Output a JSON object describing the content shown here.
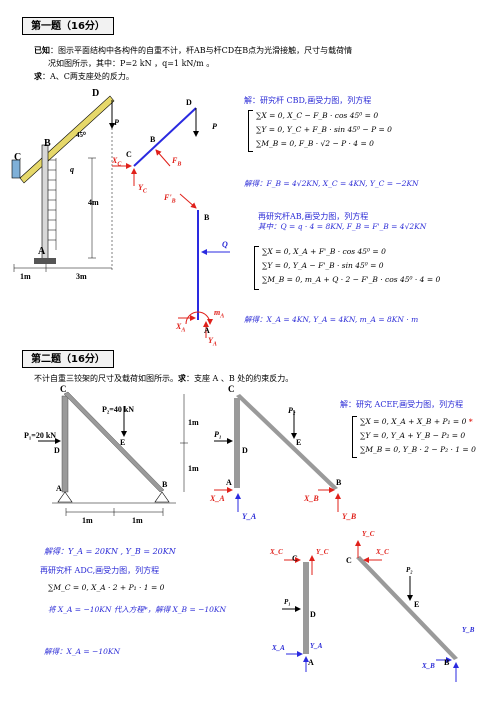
{
  "problem1": {
    "header": "第一题（16分）",
    "given_label": "已知",
    "given_text": "：图示平面结构中各构件的自重不计，杆AB与杆CD在B点为光滑接触，尺寸与载荷情",
    "given_text2": "况如图所示，其中：P=2 kN ，q=1 kN/m 。",
    "ask_label": "求",
    "ask_text": "：A、C两支座处的反力。",
    "fig_labels": {
      "D": "D",
      "B": "B",
      "C": "C",
      "A": "A",
      "P": "P",
      "q": "q",
      "angle": "45⁰",
      "len4": "4m",
      "len1": "1m",
      "len3": "3m"
    },
    "fbd1_labels": {
      "D": "D",
      "B": "B",
      "C": "C",
      "P": "P",
      "XC": "X",
      "YC": "Y",
      "FB": "F",
      "sub_C": "C",
      "sub_B": "B"
    },
    "fbd2_labels": {
      "FpB": "F'",
      "B": "B",
      "Q": "Q",
      "A": "A",
      "mA": "m",
      "XA": "X",
      "YA": "Y",
      "sub_A": "A",
      "sub_B": "B"
    },
    "solve1_title": "解：研究杆 CBD,画受力图，列方程",
    "solve1_eqs": [
      "∑X = 0, X_C − F_B · cos 45⁰ = 0",
      "∑Y = 0, Y_C + F_B · sin 45⁰ − P = 0",
      "∑M_B = 0, F_B · √2 − P · 4 = 0"
    ],
    "solve1_result": "解得：F_B = 4√2KN, X_C = 4KN, Y_C = −2KN",
    "solve2_title": "再研究杆AB,画受力图，列方程",
    "solve2_sub": "其中：Q = q · 4 = 8KN, F_B = F'_B = 4√2KN",
    "solve2_eqs": [
      "∑X = 0, X_A + F'_B · cos 45⁰ = 0",
      "∑Y = 0, Y_A − F'_B · sin 45⁰ = 0",
      "∑M_B = 0, m_A + Q · 2 − F'_B · cos 45⁰ · 4 = 0"
    ],
    "solve2_result": "解得：X_A = 4KN, Y_A = 4KN, m_A = 8KN · m"
  },
  "problem2": {
    "header": "第二题（16分）",
    "text_pre": "不计自重三铰架的尺寸及载荷如图所示。",
    "ask_label": "求",
    "text_post": "：支座 A 、B 处的约束反力。",
    "fig_labels": {
      "C": "C",
      "P2": "P₂=40 kN",
      "P1": "P₁=20 kN",
      "D": "D",
      "E": "E",
      "A": "A",
      "B": "B",
      "m1a": "1m",
      "m1b": "1m",
      "m1c": "1m",
      "m1d": "1m"
    },
    "fbd_labels": {
      "C": "C",
      "P2": "P₂",
      "P1": "P₁",
      "E": "E",
      "D": "D",
      "A": "A",
      "B": "B",
      "XA": "X_A",
      "YA": "Y_A",
      "XB": "X_B",
      "YB": "Y_B"
    },
    "solve_title": "解：研究 ACEF,画受力图，列方程",
    "solve_eqs": [
      "∑X = 0, X_A + X_B + P₁ = 0",
      "∑Y = 0, Y_A + Y_B − P₂ = 0",
      "∑M_B = 0, Y_B · 2 − P₂ · 1 = 0"
    ],
    "star": "*",
    "result1": "解得：Y_A = 20KN , Y_B = 20KN",
    "step2": "再研究杆 ADC,画受力图，列方程",
    "eq2": "∑M_C = 0, X_A · 2 + P₁ · 1 = 0",
    "sub_text": "将 X_A = −10KN 代入方程*，解得 X_B = −10KN",
    "result2": "解得：X_A = −10KN",
    "fbd2_labels": {
      "YC": "Y_C",
      "XC": "X_C",
      "C": "C",
      "P1": "P₁",
      "D": "D",
      "XA": "X_A",
      "YA": "Y_A",
      "A": "A",
      "XC2": "X_C",
      "YC2": "Y_C",
      "C2": "C",
      "P2": "P₂",
      "E": "E",
      "YB": "Y_B",
      "XB": "X_B",
      "B": "B"
    }
  },
  "colors": {
    "beam": "#e6d86a",
    "blue_member": "#2a2ae0",
    "red": "#e0201a",
    "gray_member": "#9a9a9a",
    "text_blue": "#2b2bd6"
  }
}
